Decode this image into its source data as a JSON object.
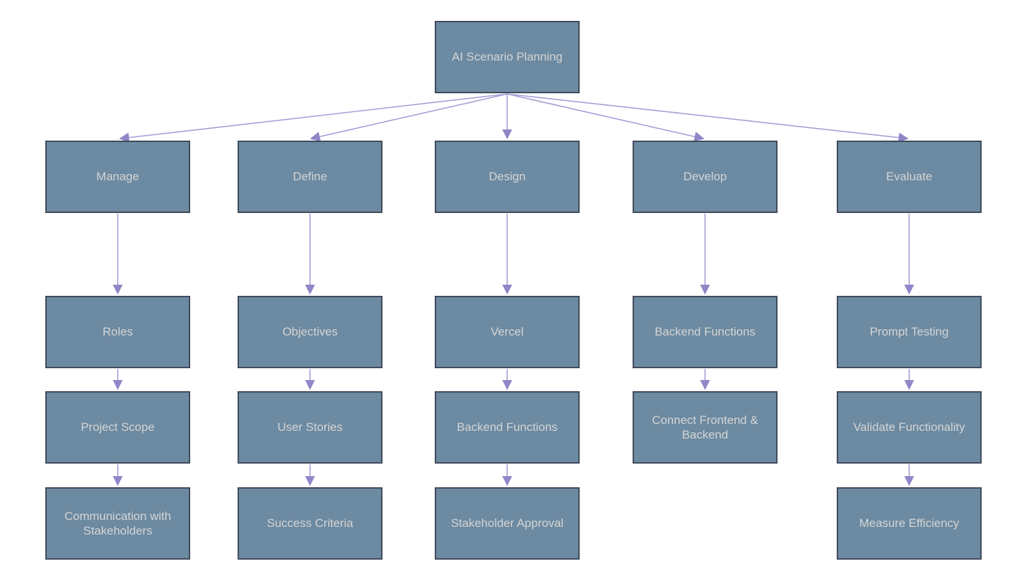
{
  "diagram": {
    "type": "flowchart",
    "direction": "top-down",
    "colors": {
      "background": "#ffffff",
      "node_fill": "#6c8aa1",
      "node_border": "#404a5a",
      "node_text": "#d5d5d5",
      "edge_line": "#a79dd7",
      "edge_arrowhead": "#9186c7"
    },
    "nodes": {
      "root": "AI Scenario Planning",
      "manage": "Manage",
      "define": "Define",
      "design": "Design",
      "develop": "Develop",
      "evaluate": "Evaluate",
      "roles": "Roles",
      "objectives": "Objectives",
      "vercel": "Vercel",
      "backend_functions_develop": "Backend Functions",
      "prompt_testing": "Prompt Testing",
      "project_scope": "Project Scope",
      "user_stories": "User Stories",
      "backend_functions_design": "Backend Functions",
      "connect_frontend_backend": "Connect Frontend & Backend",
      "validate_functionality": "Validate Functionality",
      "communication_with_stakeholders": "Communication with Stakeholders",
      "success_criteria": "Success Criteria",
      "stakeholder_approval": "Stakeholder Approval",
      "measure_efficiency": "Measure Efficiency"
    },
    "edges": [
      [
        "root",
        "manage"
      ],
      [
        "root",
        "define"
      ],
      [
        "root",
        "design"
      ],
      [
        "root",
        "develop"
      ],
      [
        "root",
        "evaluate"
      ],
      [
        "manage",
        "roles"
      ],
      [
        "define",
        "objectives"
      ],
      [
        "design",
        "vercel"
      ],
      [
        "develop",
        "backend_functions_develop"
      ],
      [
        "evaluate",
        "prompt_testing"
      ],
      [
        "roles",
        "project_scope"
      ],
      [
        "objectives",
        "user_stories"
      ],
      [
        "vercel",
        "backend_functions_design"
      ],
      [
        "backend_functions_develop",
        "connect_frontend_backend"
      ],
      [
        "prompt_testing",
        "validate_functionality"
      ],
      [
        "project_scope",
        "communication_with_stakeholders"
      ],
      [
        "user_stories",
        "success_criteria"
      ],
      [
        "backend_functions_design",
        "stakeholder_approval"
      ],
      [
        "validate_functionality",
        "measure_efficiency"
      ]
    ]
  }
}
